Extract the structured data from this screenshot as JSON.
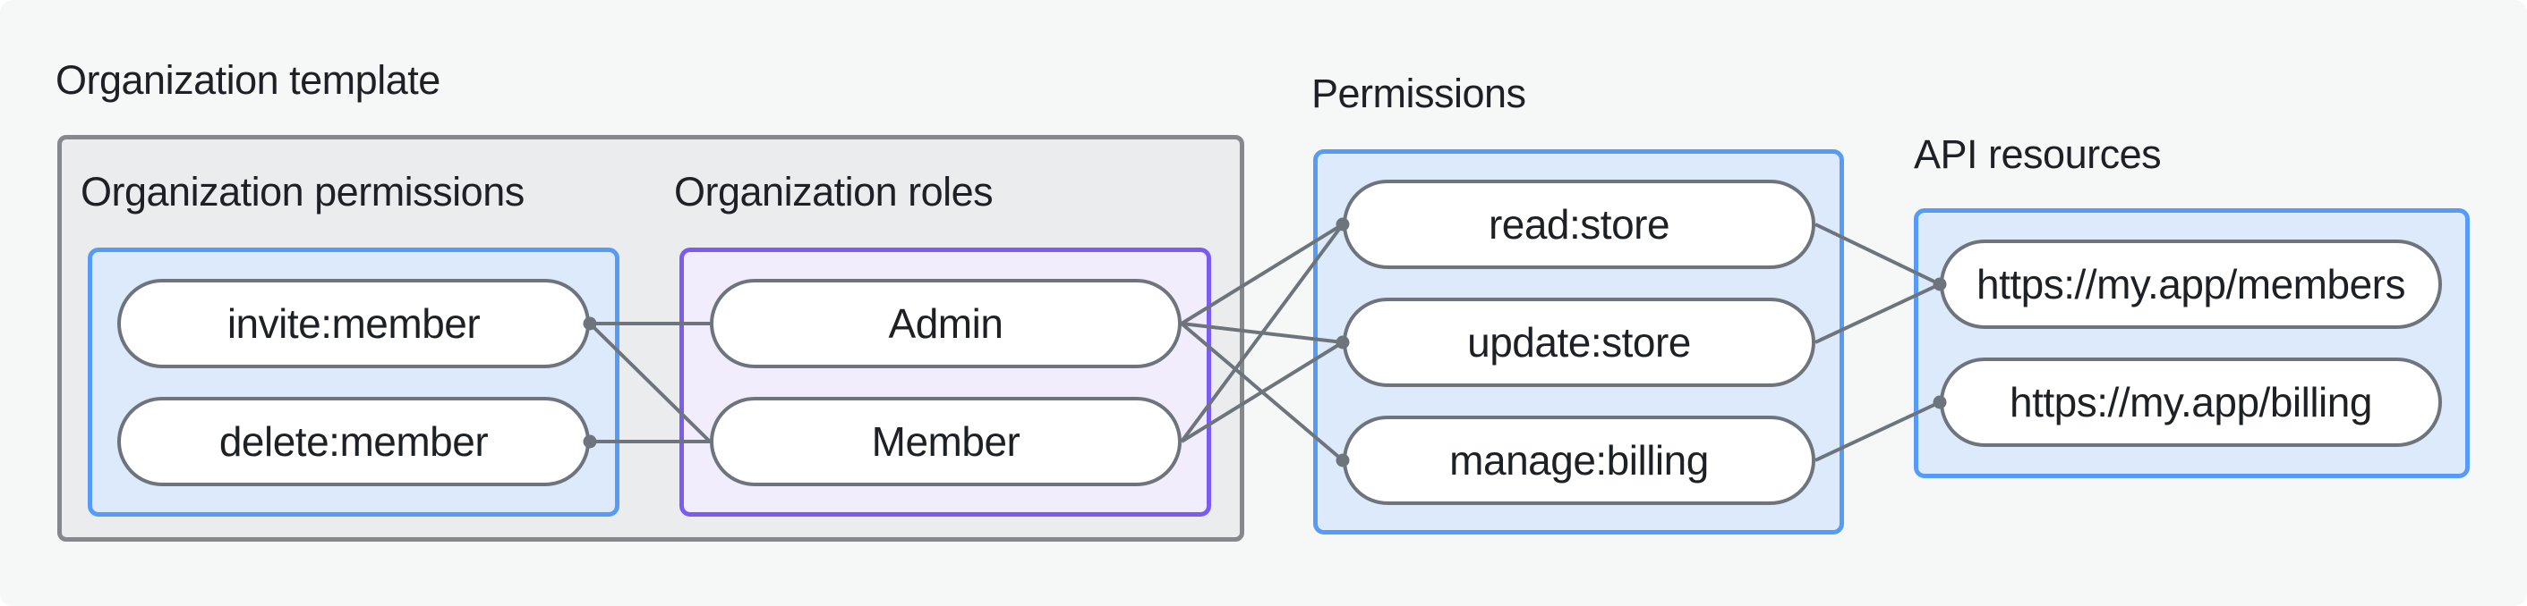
{
  "diagram": {
    "title": "Organization template",
    "sections": {
      "org_permissions": {
        "heading": "Organization permissions",
        "nodes": [
          {
            "id": "invite-member",
            "label": "invite:member"
          },
          {
            "id": "delete-member",
            "label": "delete:member"
          }
        ]
      },
      "org_roles": {
        "heading": "Organization roles",
        "nodes": [
          {
            "id": "admin",
            "label": "Admin"
          },
          {
            "id": "member",
            "label": "Member"
          }
        ]
      },
      "permissions": {
        "heading": "Permissions",
        "nodes": [
          {
            "id": "read-store",
            "label": "read:store"
          },
          {
            "id": "update-store",
            "label": "update:store"
          },
          {
            "id": "manage-billing",
            "label": "manage:billing"
          }
        ]
      },
      "api_resources": {
        "heading": "API resources",
        "nodes": [
          {
            "id": "api-members",
            "label": "https://my.app/members"
          },
          {
            "id": "api-billing",
            "label": "https://my.app/billing"
          }
        ]
      }
    },
    "edges": [
      {
        "from": "invite-member",
        "to": "admin"
      },
      {
        "from": "invite-member",
        "to": "member"
      },
      {
        "from": "delete-member",
        "to": "member"
      },
      {
        "from": "admin",
        "to": "read-store"
      },
      {
        "from": "admin",
        "to": "update-store"
      },
      {
        "from": "admin",
        "to": "manage-billing"
      },
      {
        "from": "member",
        "to": "read-store"
      },
      {
        "from": "member",
        "to": "update-store"
      },
      {
        "from": "read-store",
        "to": "api-members"
      },
      {
        "from": "update-store",
        "to": "api-members"
      },
      {
        "from": "manage-billing",
        "to": "api-billing"
      }
    ],
    "dots": [
      {
        "node": "invite-member",
        "side": "right"
      },
      {
        "node": "delete-member",
        "side": "right"
      },
      {
        "node": "read-store",
        "side": "left"
      },
      {
        "node": "update-store",
        "side": "left"
      },
      {
        "node": "manage-billing",
        "side": "left"
      },
      {
        "node": "api-members",
        "side": "left"
      },
      {
        "node": "api-billing",
        "side": "left"
      }
    ],
    "colors": {
      "canvas_bg": "#f6f7f7",
      "template_box_bg": "#ebeced",
      "template_box_border": "#85898d",
      "blue_zone_bg": "#ddeafc",
      "blue_zone_border": "#569bf7",
      "purple_zone_bg": "#f2edfc",
      "purple_zone_border": "#7b5cf2",
      "node_bg": "#ffffff",
      "node_border": "#6d747c",
      "edge": "#6d747c",
      "text": "#1d2126"
    }
  }
}
